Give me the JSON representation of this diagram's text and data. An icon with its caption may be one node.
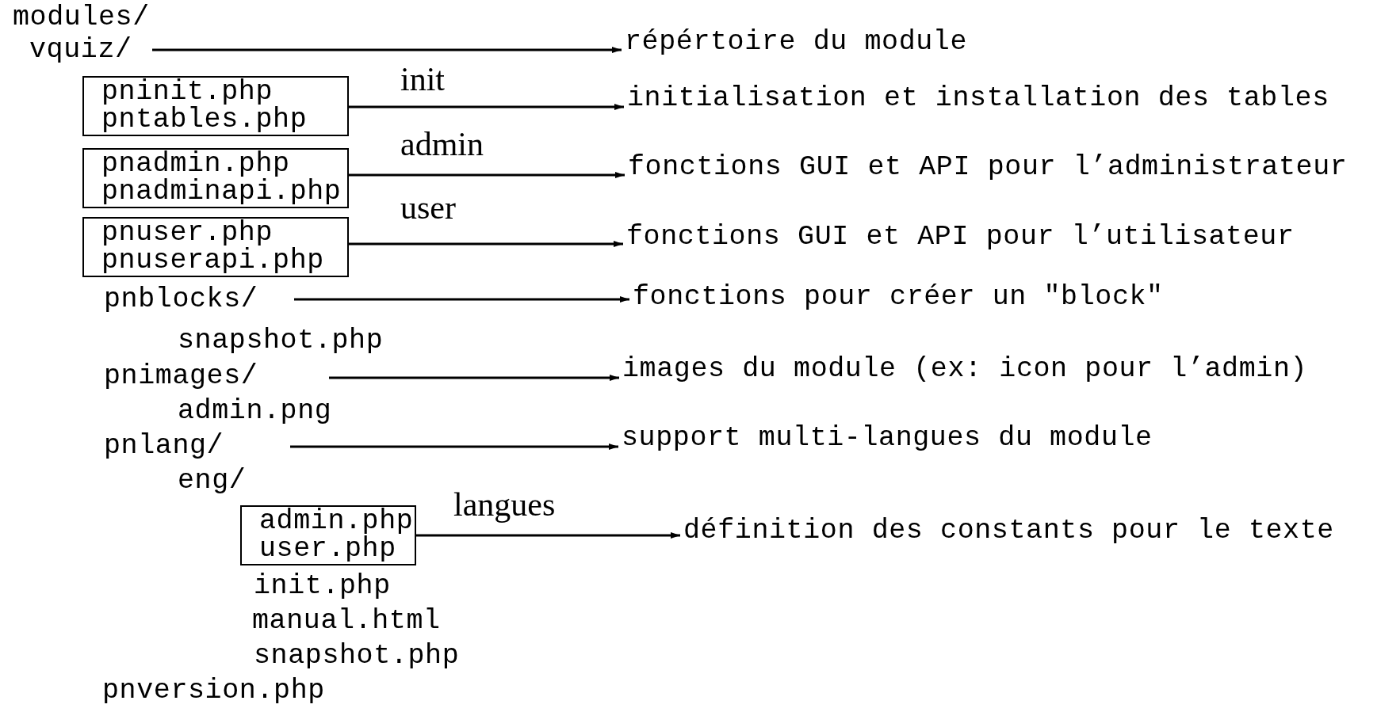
{
  "diagram": {
    "nodes": [
      {
        "text": [
          "vquiz/"
        ]
      },
      {
        "text": [
          "répértoire du module"
        ]
      },
      {
        "text": [
          "pninit.php",
          "pntables.php"
        ],
        "beside": [
          "init"
        ]
      },
      {
        "text": [
          "initialisation et installation des tables"
        ]
      },
      {
        "text": [
          "pnadmin.php",
          "pnadminapi.php"
        ],
        "beside": [
          "admin"
        ]
      },
      {
        "text": [
          "fonctions GUI et API pour l’administrateur"
        ]
      },
      {
        "text": [
          "pnuser.php",
          "pnuserapi.php"
        ],
        "beside": [
          "user"
        ]
      },
      {
        "text": [
          "fonctions GUI et API pour l’utilisateur"
        ]
      },
      {
        "text": [
          "pnblocks/"
        ]
      },
      {
        "text": [
          "fonctions pour créer un \"block\""
        ]
      },
      {
        "text": [
          "pnimages/"
        ]
      },
      {
        "text": [
          "images du module (ex: icon pour l’admin)"
        ]
      },
      {
        "text": [
          "pnlang/"
        ]
      },
      {
        "text": [
          "support multi-langues du module"
        ]
      },
      {
        "text": [
          "admin.php",
          "user.php"
        ],
        "beside": [
          "langues"
        ]
      },
      {
        "text": [
          "définition des constants pour le texte"
        ]
      }
    ],
    "edges": [
      {
        "from": 0,
        "to": 1,
        "arrow": "to"
      },
      {
        "from": 2,
        "to": 3,
        "arrow": "to"
      },
      {
        "from": 4,
        "to": 5,
        "arrow": "to"
      },
      {
        "from": 6,
        "to": 7,
        "arrow": "to"
      },
      {
        "from": 8,
        "to": 9,
        "arrow": "to"
      },
      {
        "from": 10,
        "to": 11,
        "arrow": "to"
      },
      {
        "from": 12,
        "to": 13,
        "arrow": "to"
      },
      {
        "from": 14,
        "to": 15,
        "arrow": "to"
      }
    ],
    "labels": [
      "modules/",
      "snapshot.php",
      "admin.png",
      "eng/",
      "init.php",
      "manual.html",
      "snapshot.php",
      "pnversion.php"
    ]
  }
}
